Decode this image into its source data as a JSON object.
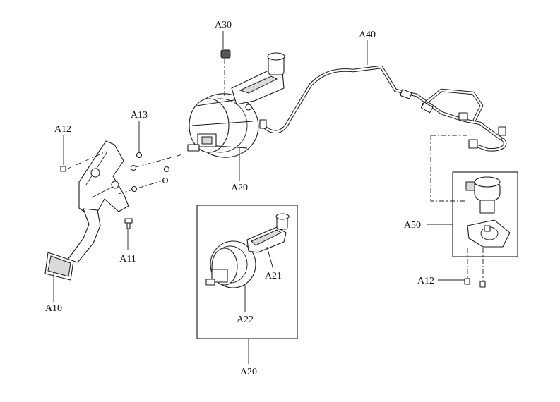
{
  "diagram": {
    "callouts": {
      "a30": "A30",
      "a40": "A40",
      "a13": "A13",
      "a12_left": "A12",
      "a20_top": "A20",
      "a50": "A50",
      "a11": "A11",
      "a21": "A21",
      "a10": "A10",
      "a22": "A22",
      "a12_right": "A12",
      "a20_bottom": "A20"
    }
  }
}
